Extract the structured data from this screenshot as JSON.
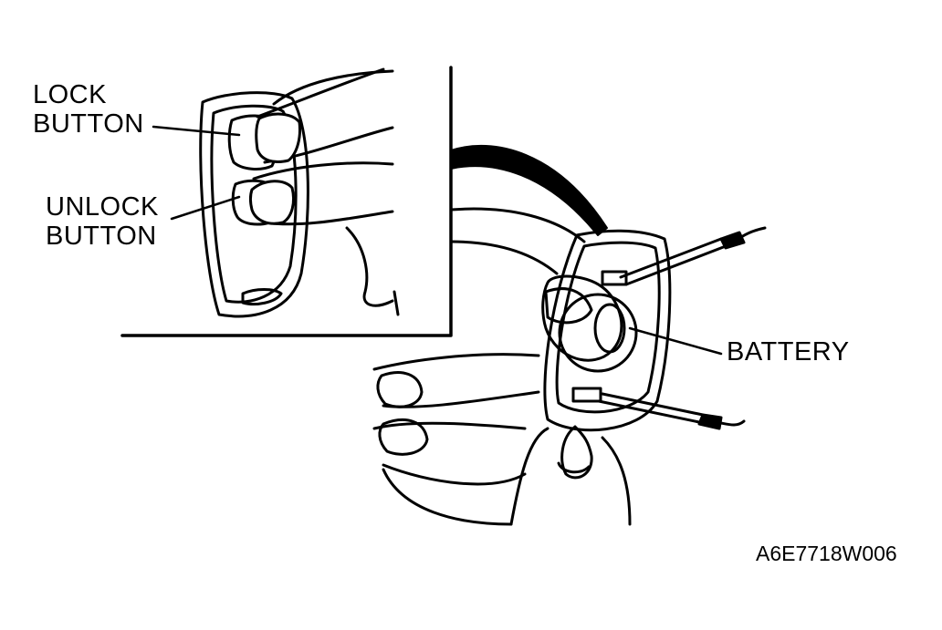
{
  "labels": {
    "lock_line1": "LOCK",
    "lock_line2": "BUTTON",
    "unlock_line1": "UNLOCK",
    "unlock_line2": "BUTTON",
    "battery": "BATTERY"
  },
  "figure_code": "A6E7718W006",
  "colors": {
    "ink": "#000000",
    "paper": "#ffffff"
  }
}
